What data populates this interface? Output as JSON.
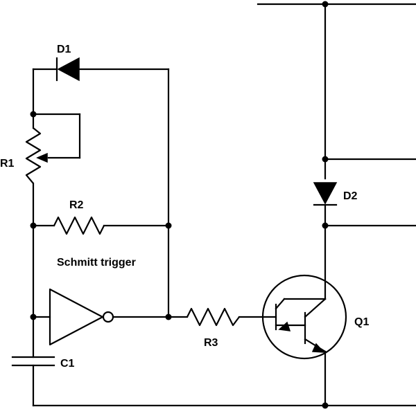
{
  "labels": {
    "d1": "D1",
    "d2": "D2",
    "r1": "R1",
    "r2": "R2",
    "r3": "R3",
    "c1": "C1",
    "q1": "Q1",
    "schmitt": "Schmitt trigger"
  }
}
